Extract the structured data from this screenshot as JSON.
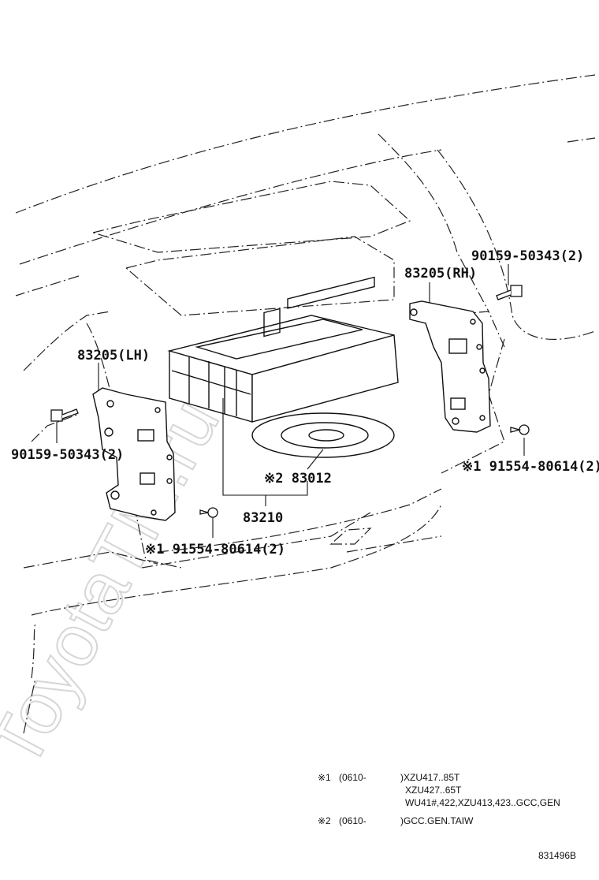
{
  "watermark": "ToyotaTM.ru",
  "labels": {
    "bolt_rh": "90159-50343(2)",
    "bracket_rh": "83205(RH)",
    "bracket_lh": "83205(LH)",
    "bolt_lh": "90159-50343(2)",
    "screw_rh": "※1 91554-80614(2)",
    "screw_lh": "※1 91554-80614(2)",
    "disc_part": "※2 83012",
    "unit_part": "83210"
  },
  "notes": [
    {
      "mark": "※1",
      "range": "(0610-",
      "text": ")XZU417..85T"
    },
    {
      "mark": "",
      "range": "",
      "text": "XZU427..65T"
    },
    {
      "mark": "",
      "range": "",
      "text": "WU41#,422,XZU413,423..GCC,GEN"
    },
    {
      "mark": "※2",
      "range": "(0610-",
      "text": ")GCC.GEN.TAIW"
    }
  ],
  "figure_code": "831496B"
}
